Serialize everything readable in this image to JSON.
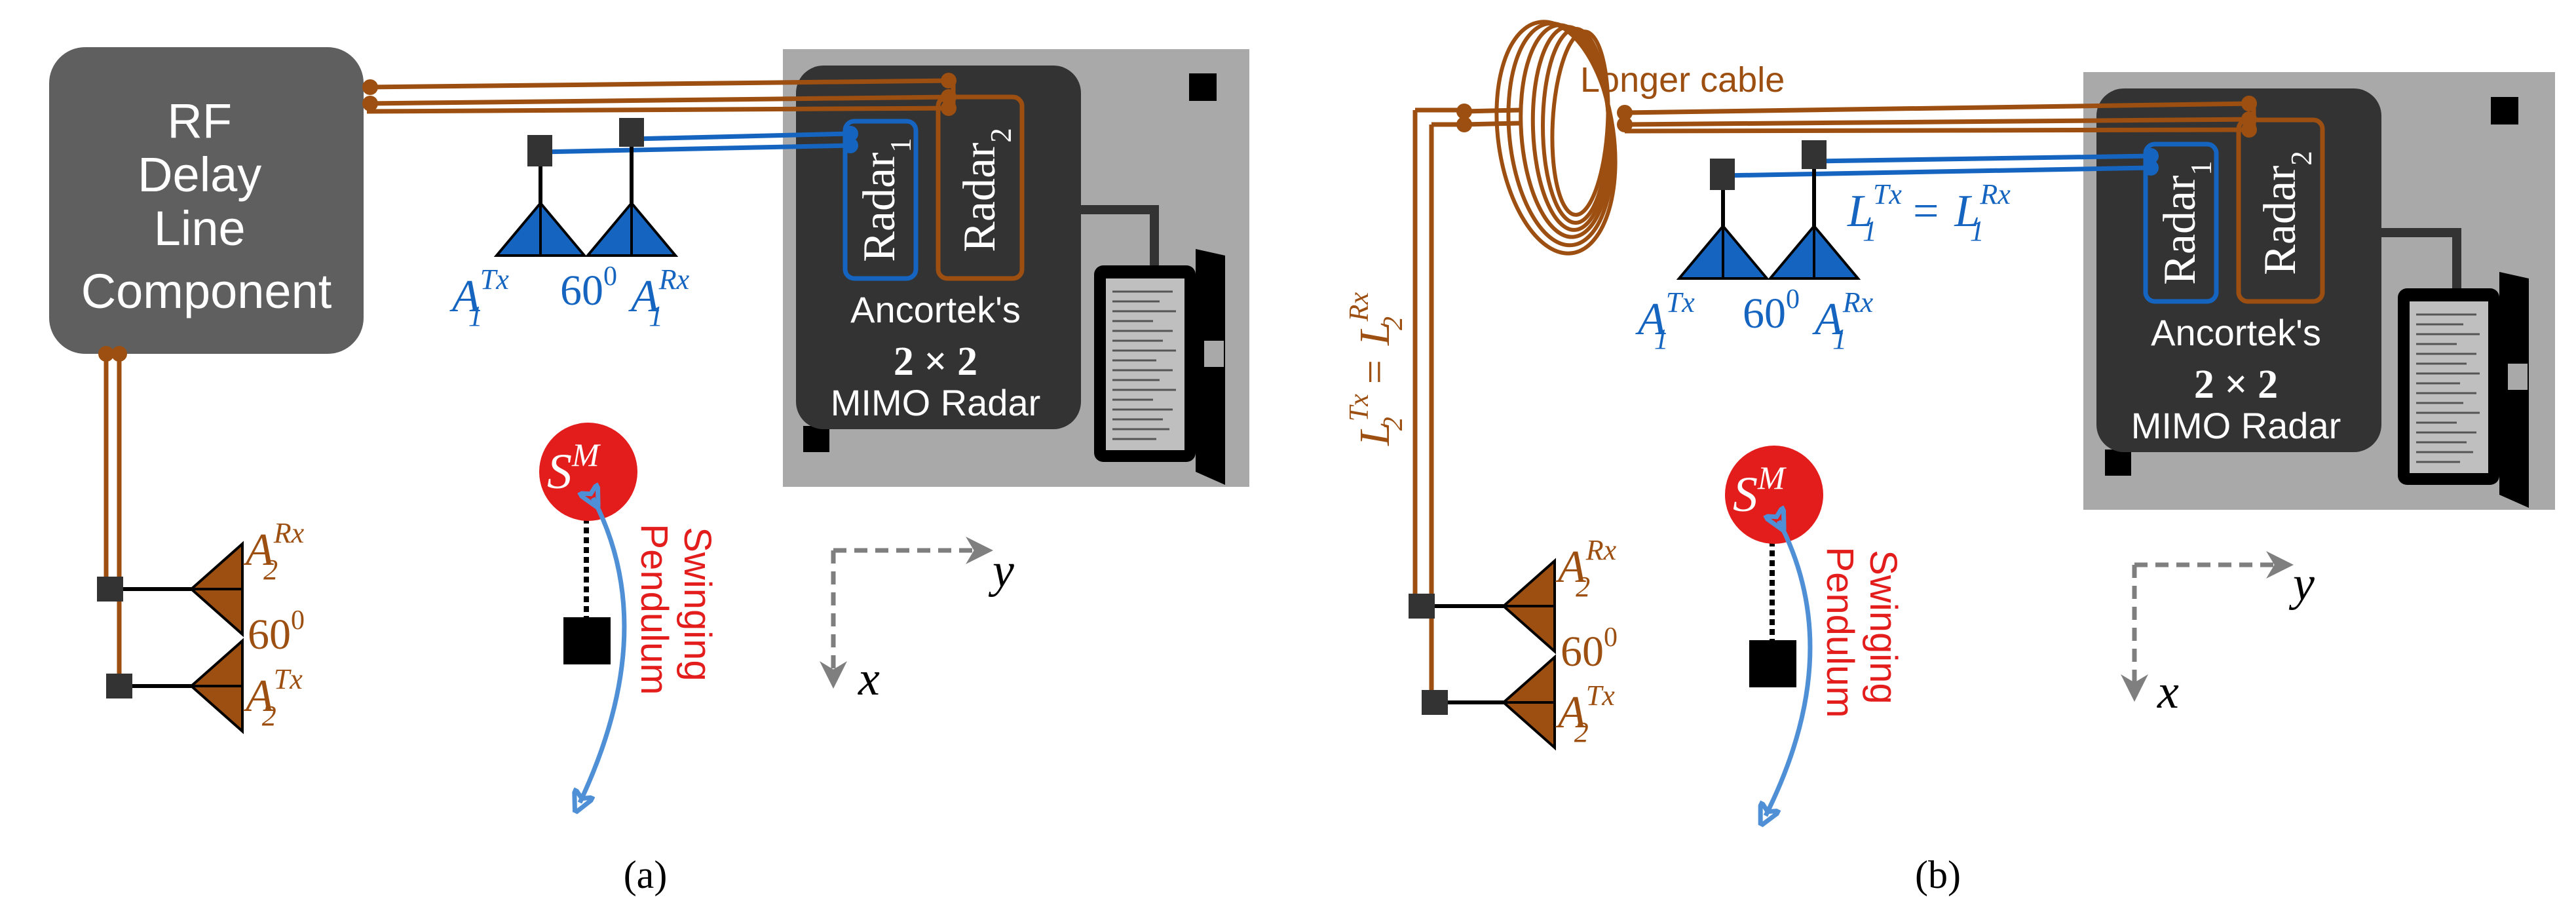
{
  "colors": {
    "brown": "#9c4f10",
    "blue": "#1565c0",
    "red": "#e31c1c",
    "dark_box": "#333333",
    "rf_box": "#5f5f5f",
    "gray_bg": "#a9a9a9",
    "arrow_gray": "#7f7f7f",
    "light_blue_arc": "#4e8fd6"
  },
  "panel_a": {
    "caption": "(a)",
    "rf_box_lines": [
      "RF",
      "Delay",
      "Line",
      "Component"
    ],
    "radar1": "Radar",
    "radar1_sub": "1",
    "radar2": "Radar",
    "radar2_sub": "2",
    "ancortek_label": "Ancortek's",
    "mimo_size": "2 × 2",
    "mimo_label": "MIMO Radar",
    "tx1_base": "A",
    "tx1_sub": "1",
    "tx1_sup": "Tx",
    "angle1": "60",
    "angle1_sup": "0",
    "rx1_base": "A",
    "rx1_sub": "1",
    "rx1_sup": "Rx",
    "rx2_base": "A",
    "rx2_sub": "2",
    "rx2_sup": "Rx",
    "angle2": "60",
    "angle2_sup": "0",
    "tx2_base": "A",
    "tx2_sub": "2",
    "tx2_sup": "Tx",
    "sm_base": "S",
    "sm_sup": "M",
    "pendulum_line1": "Swinging",
    "pendulum_line2": "Pendulum",
    "axis_y": "y",
    "axis_x": "x"
  },
  "panel_b": {
    "caption": "(b)",
    "longer_cable": "Longer cable",
    "radar1": "Radar",
    "radar1_sub": "1",
    "radar2": "Radar",
    "radar2_sub": "2",
    "ancortek_label": "Ancortek's",
    "mimo_size": "2 × 2",
    "mimo_label": "MIMO Radar",
    "tx1_base": "A",
    "tx1_sub": "1",
    "tx1_sup": "Tx",
    "angle1": "60",
    "angle1_sup": "0",
    "rx1_base": "A",
    "rx1_sub": "1",
    "rx1_sup": "Rx",
    "len1_eq": "L₁ᵀˣ = L₁ᴿˣ",
    "len1_a_base": "L",
    "len1_a_sub": "1",
    "len1_a_sup": "Tx",
    "len1_eq_sign": "=",
    "len1_b_base": "L",
    "len1_b_sub": "1",
    "len1_b_sup": "Rx",
    "len2_a_base": "L",
    "len2_a_sub": "2",
    "len2_a_sup": "Tx",
    "len2_eq_sign": "=",
    "len2_b_base": "L",
    "len2_b_sub": "2",
    "len2_b_sup": "Rx",
    "rx2_base": "A",
    "rx2_sub": "2",
    "rx2_sup": "Rx",
    "angle2": "60",
    "angle2_sup": "0",
    "tx2_base": "A",
    "tx2_sub": "2",
    "tx2_sup": "Tx",
    "sm_base": "S",
    "sm_sup": "M",
    "pendulum_line1": "Swinging",
    "pendulum_line2": "Pendulum",
    "axis_y": "y",
    "axis_x": "x"
  }
}
